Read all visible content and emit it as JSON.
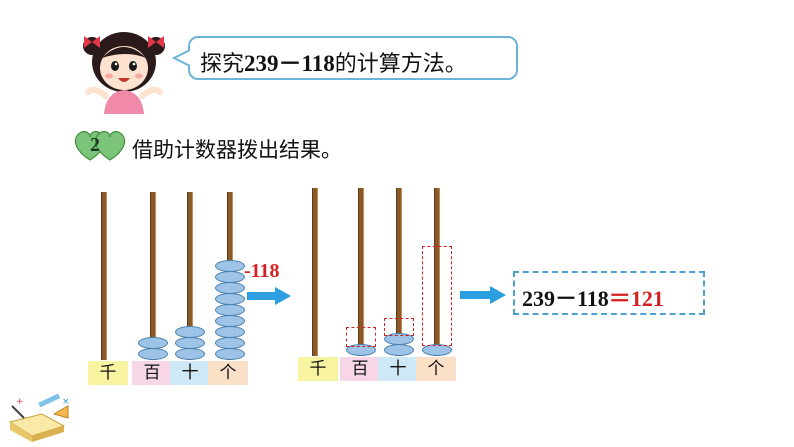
{
  "prompt": {
    "prefix": "探究",
    "expression": "239－118",
    "suffix": "的计算方法。"
  },
  "step": {
    "number": "2",
    "title": "借助计数器拨出结果。"
  },
  "abacus_before": {
    "place_labels": [
      "千",
      "百",
      "十",
      "个"
    ],
    "beads": [
      0,
      2,
      3,
      9
    ]
  },
  "abacus_after": {
    "place_labels": [
      "千",
      "百",
      "十",
      "个"
    ],
    "beads": [
      0,
      1,
      2,
      1
    ]
  },
  "operation_label": "-118",
  "result": {
    "expression": "239－118",
    "equals": "＝",
    "answer": "121"
  },
  "colors": {
    "bubble_border": "#6cb4d6",
    "answer_red": "#d32020",
    "arrow_blue": "#2b9fe0",
    "bead_blue": "#9dc4e6",
    "rod_brown": "#8b5a2b",
    "label_yellow": "#f7f3a0",
    "label_pink": "#f7d6e8",
    "label_lightblue": "#cfe8f7",
    "label_peach": "#fbe0c8"
  }
}
